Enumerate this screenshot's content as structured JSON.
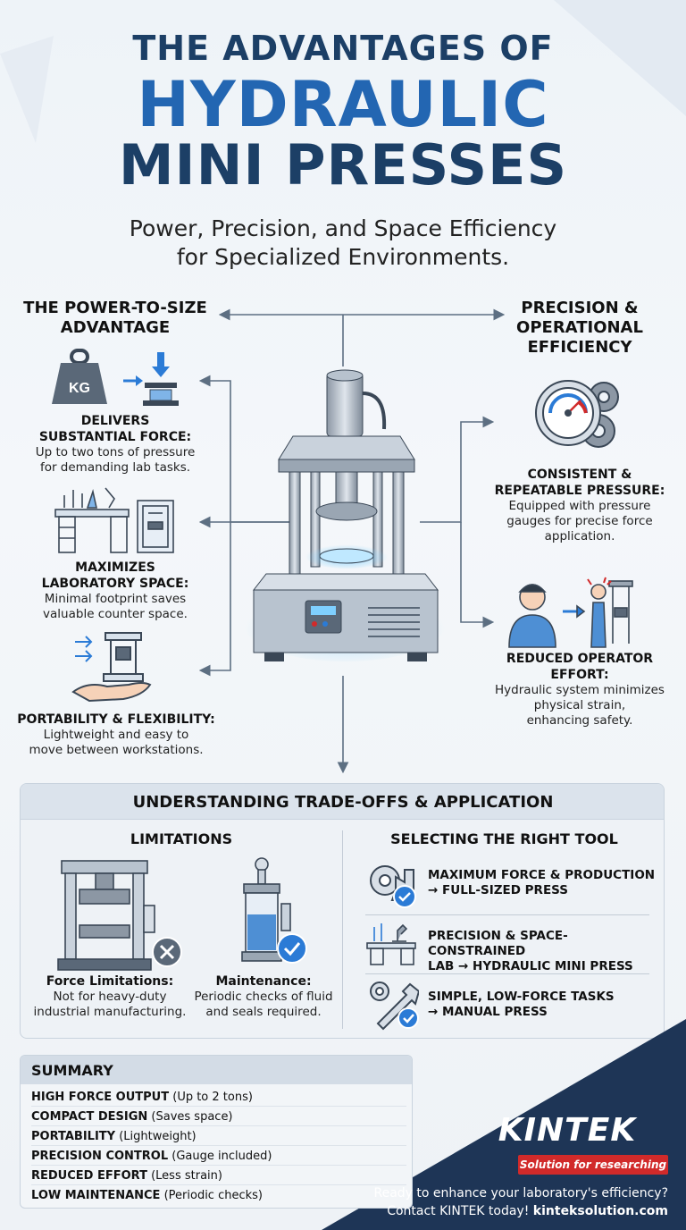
{
  "title": {
    "line1": "THE ADVANTAGES OF",
    "line2": "HYDRAULIC",
    "line3": "MINI PRESSES",
    "subtitle_line1": "Power, Precision, and Space Efficiency",
    "subtitle_line2": "for Specialized Environments."
  },
  "left": {
    "heading_line1": "THE POWER-TO-SIZE",
    "heading_line2": "ADVANTAGE",
    "weight_label": "KG",
    "items": [
      {
        "head1": "DELIVERS",
        "head2": "SUBSTANTIAL FORCE:",
        "desc1": "Up to two tons of pressure",
        "desc2": "for demanding lab tasks."
      },
      {
        "head1": "MAXIMIZES",
        "head2": "LABORATORY SPACE:",
        "desc1": "Minimal footprint saves",
        "desc2": "valuable counter space."
      },
      {
        "head1": "PORTABILITY & FLEXIBILITY:",
        "desc1": "Lightweight and easy to",
        "desc2": "move between workstations."
      }
    ]
  },
  "right": {
    "heading_line1": "PRECISION &",
    "heading_line2": "OPERATIONAL",
    "heading_line3": "EFFICIENCY",
    "items": [
      {
        "head1": "CONSISTENT &",
        "head2": "REPEATABLE PRESSURE:",
        "desc1": "Equipped with pressure",
        "desc2": "gauges for precise force",
        "desc3": "application."
      },
      {
        "head1": "REDUCED OPERATOR",
        "head2": "EFFORT:",
        "desc1": "Hydraulic system minimizes",
        "desc2": "physical strain,",
        "desc3": "enhancing safety."
      }
    ]
  },
  "tradeoffs": {
    "heading": "UNDERSTANDING TRADE-OFFS & APPLICATION",
    "limitations_heading": "LIMITATIONS",
    "limitations": [
      {
        "title": "Force Limitations:",
        "desc1": "Not for heavy-duty",
        "desc2": "industrial manufacturing."
      },
      {
        "title": "Maintenance:",
        "desc1": "Periodic checks of fluid",
        "desc2": "and seals required."
      }
    ],
    "selecting_heading": "SELECTING THE RIGHT TOOL",
    "selecting": [
      {
        "line1": "MAXIMUM FORCE & PRODUCTION",
        "line2": "→ FULL-SIZED PRESS"
      },
      {
        "line1": "PRECISION & SPACE-CONSTRAINED",
        "line2": "LAB → HYDRAULIC MINI PRESS"
      },
      {
        "line1": "SIMPLE, LOW-FORCE TASKS",
        "line2": "→ MANUAL PRESS"
      }
    ]
  },
  "summary": {
    "heading": "SUMMARY",
    "rows": [
      {
        "bold": "HIGH FORCE OUTPUT",
        "rest": " (Up to 2 tons)"
      },
      {
        "bold": "COMPACT DESIGN",
        "rest": " (Saves space)"
      },
      {
        "bold": "PORTABILITY",
        "rest": " (Lightweight)"
      },
      {
        "bold": "PRECISION CONTROL",
        "rest": " (Gauge included)"
      },
      {
        "bold": "REDUCED EFFORT",
        "rest": " (Less strain)"
      },
      {
        "bold": "LOW MAINTENANCE",
        "rest": " (Periodic checks)"
      }
    ]
  },
  "footer": {
    "brand": "KINTEK",
    "tagline": "Solution for researching",
    "cta_line1": "Ready to enhance your laboratory's efficiency?",
    "cta_line2_prefix": "Contact KINTEK today! ",
    "cta_url": "kinteksolution.com"
  },
  "colors": {
    "accent_blue": "#2366b2",
    "navy": "#1c3f66",
    "footer_navy": "#1e3556",
    "brand_red": "#d12a2a",
    "check_blue": "#2b7bd6"
  }
}
